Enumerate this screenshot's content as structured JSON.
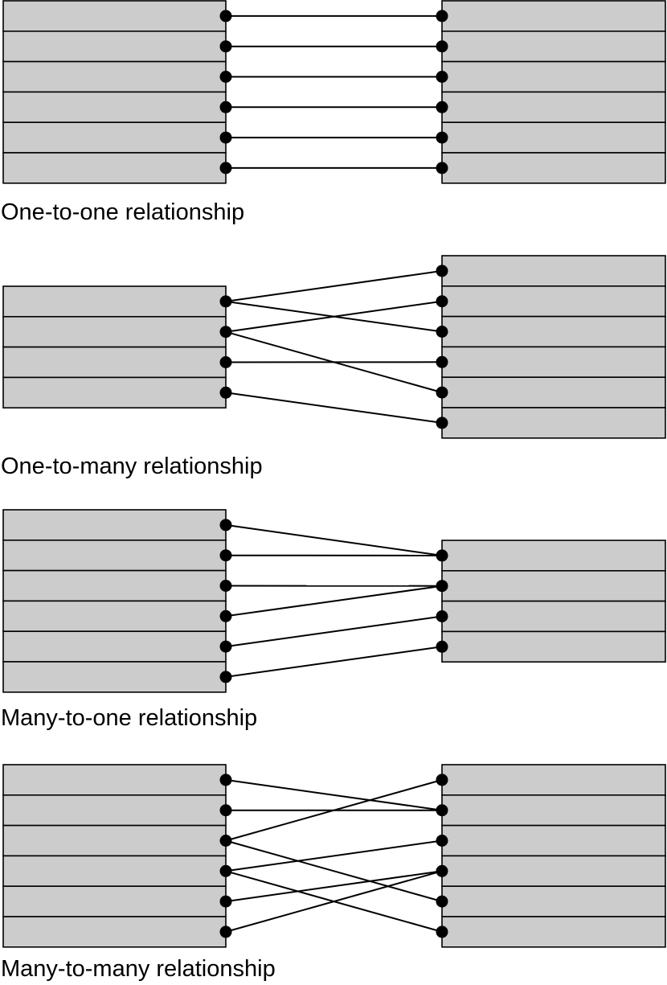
{
  "colors": {
    "box_fill": "#cccccc",
    "stroke": "#000000",
    "dot": "#000000",
    "background": "#ffffff"
  },
  "panels": [
    {
      "key": "one-to-one",
      "caption": "One-to-one relationship",
      "left_rows": 6,
      "right_rows": 6,
      "links": [
        [
          0,
          0
        ],
        [
          1,
          1
        ],
        [
          2,
          2
        ],
        [
          3,
          3
        ],
        [
          4,
          4
        ],
        [
          5,
          5
        ]
      ]
    },
    {
      "key": "one-to-many",
      "caption": "One-to-many relationship",
      "left_rows": 4,
      "right_rows": 6,
      "links": [
        [
          0,
          0
        ],
        [
          0,
          2
        ],
        [
          1,
          1
        ],
        [
          1,
          4
        ],
        [
          2,
          3
        ],
        [
          3,
          5
        ]
      ]
    },
    {
      "key": "many-to-one",
      "caption": "Many-to-one relationship",
      "left_rows": 6,
      "right_rows": 4,
      "links": [
        [
          0,
          0
        ],
        [
          1,
          0
        ],
        [
          2,
          1
        ],
        [
          3,
          1
        ],
        [
          4,
          2
        ],
        [
          5,
          3
        ]
      ]
    },
    {
      "key": "many-to-many",
      "caption": "Many-to-many relationship",
      "left_rows": 6,
      "right_rows": 6,
      "links": [
        [
          0,
          1
        ],
        [
          1,
          1
        ],
        [
          2,
          0
        ],
        [
          2,
          4
        ],
        [
          3,
          2
        ],
        [
          3,
          5
        ],
        [
          4,
          3
        ],
        [
          5,
          3
        ]
      ]
    }
  ]
}
